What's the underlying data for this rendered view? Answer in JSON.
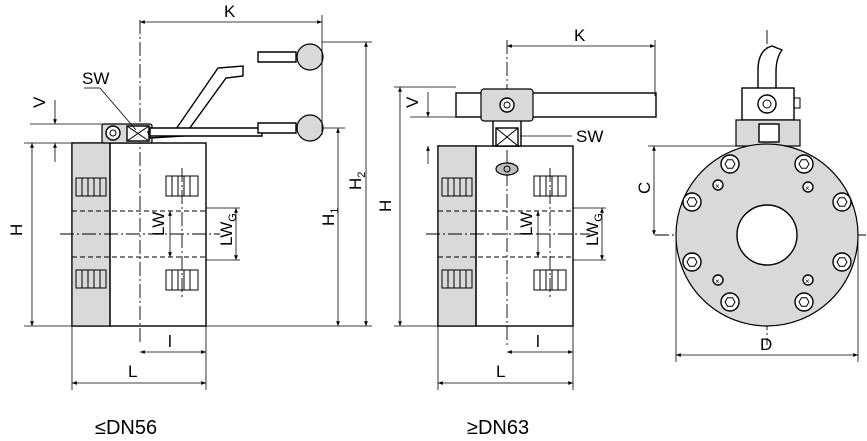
{
  "dimension_labels": {
    "K": "K",
    "SW": "SW",
    "V": "V",
    "H": "H",
    "H1_main": "H",
    "H1_sub": "1",
    "H2_main": "H",
    "H2_sub": "2",
    "LW": "LW",
    "LWG_main": "LW",
    "LWG_sub": "G",
    "l": "l",
    "L": "L",
    "C": "C",
    "D": "D"
  },
  "captions": {
    "left_view": "≤DN56",
    "middle_view": "≥DN63"
  }
}
